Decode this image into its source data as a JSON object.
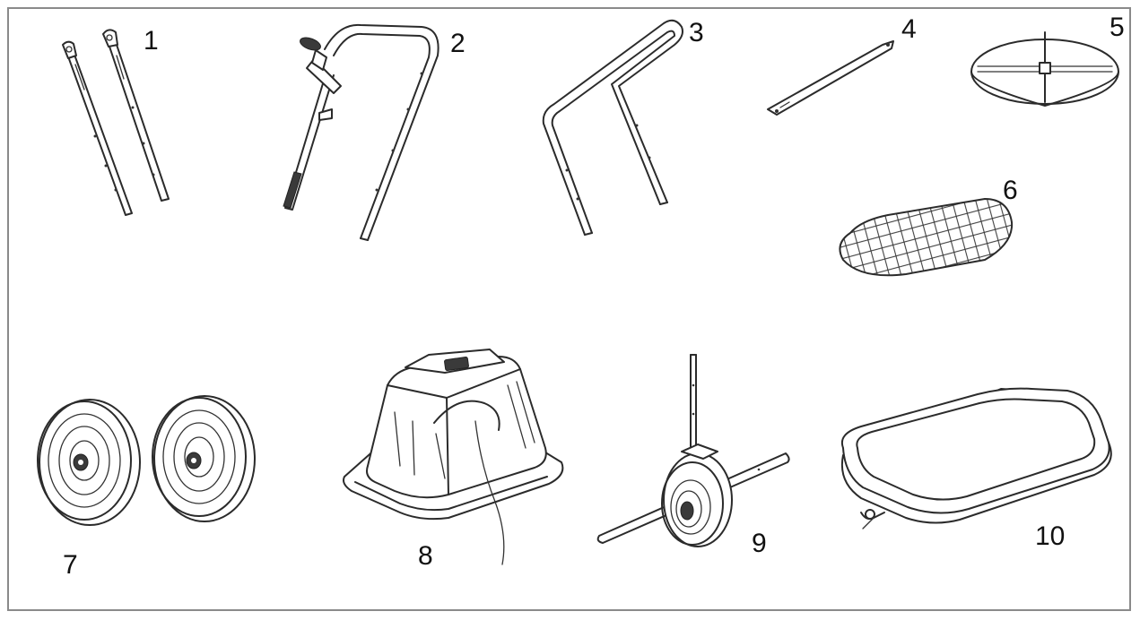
{
  "diagram": {
    "parts": [
      {
        "id": "part-1",
        "label": "1"
      },
      {
        "id": "part-2",
        "label": "2"
      },
      {
        "id": "part-3",
        "label": "3"
      },
      {
        "id": "part-4",
        "label": "4"
      },
      {
        "id": "part-5",
        "label": "5"
      },
      {
        "id": "part-6",
        "label": "6"
      },
      {
        "id": "part-7",
        "label": "7"
      },
      {
        "id": "part-8",
        "label": "8"
      },
      {
        "id": "part-9",
        "label": "9"
      },
      {
        "id": "part-10",
        "label": "10"
      }
    ]
  }
}
